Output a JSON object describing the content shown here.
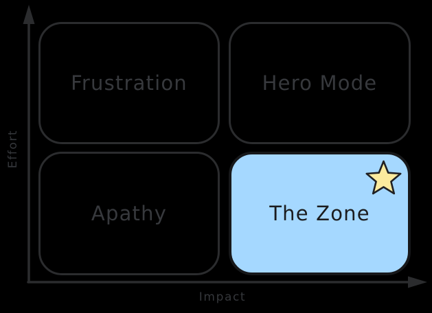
{
  "diagram": {
    "type": "quadrant-matrix",
    "y_axis_label": "Effort",
    "x_axis_label": "Impact",
    "quadrants": [
      {
        "label": "Frustration",
        "position": "top-left",
        "highlighted": false
      },
      {
        "label": "Hero Mode",
        "position": "top-right",
        "highlighted": false
      },
      {
        "label": "Apathy",
        "position": "bottom-left",
        "highlighted": false
      },
      {
        "label": "The Zone",
        "position": "bottom-right",
        "highlighted": true,
        "marker": "star-icon"
      }
    ]
  },
  "colors": {
    "background": "#000000",
    "box_stroke": "#2b2c2e",
    "box_text": "#37393d",
    "zone_fill": "#a5d8ff",
    "zone_stroke": "#17181a",
    "zone_text": "#1b1c1e",
    "star_fill": "#fbeb9e",
    "star_stroke": "#202124",
    "axis_color": "#2b2c2e",
    "axis_text": "#35373b"
  }
}
